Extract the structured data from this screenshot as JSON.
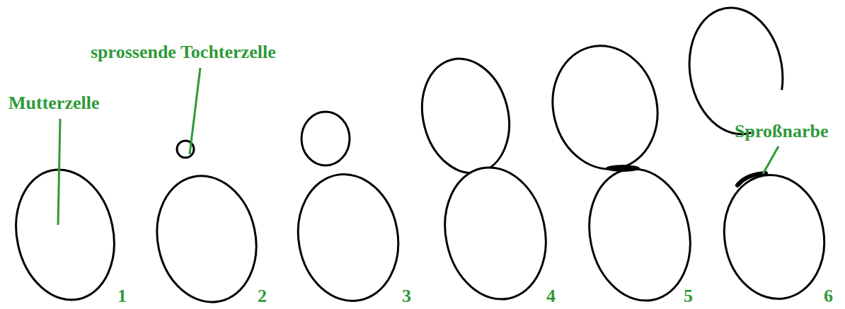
{
  "diagram": {
    "labels": [
      "Mutterzelle",
      "sprossende Tochterzelle",
      "Sproßnarbe",
      "1",
      "2",
      "3",
      "4",
      "5",
      "6"
    ]
  }
}
